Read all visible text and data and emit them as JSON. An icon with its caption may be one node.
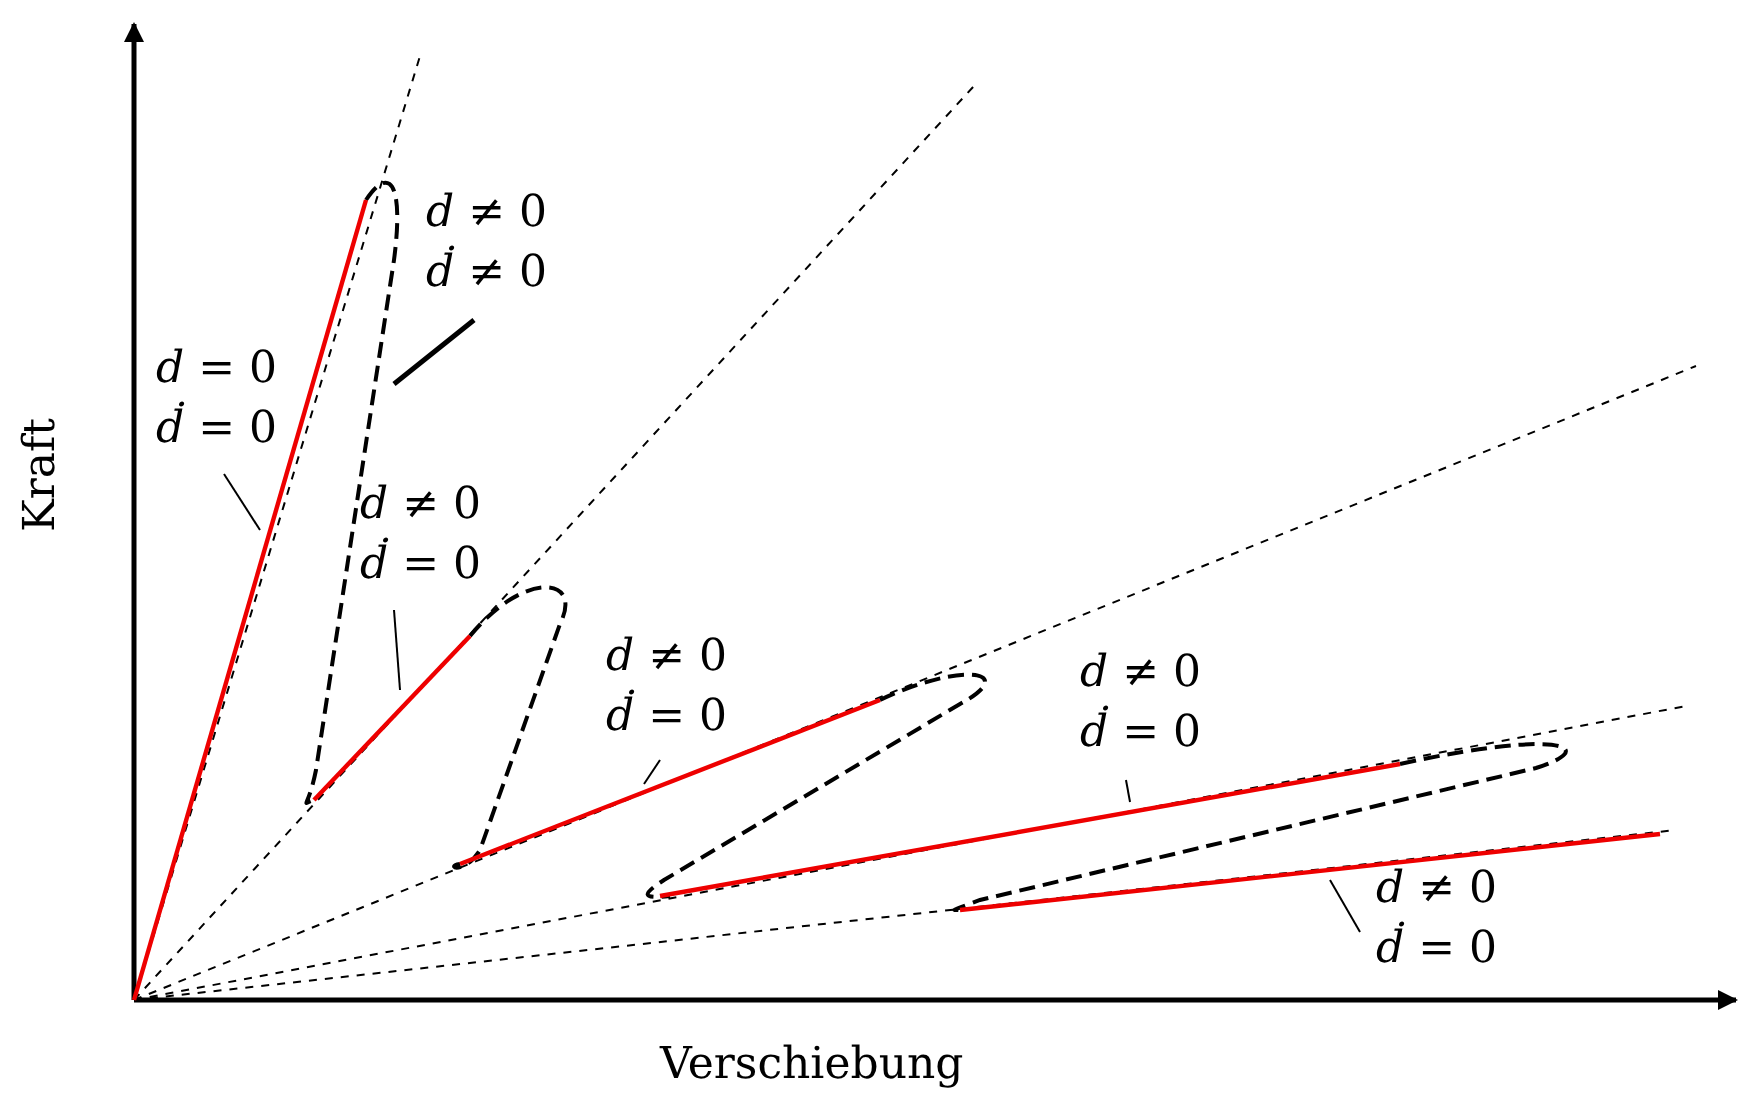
{
  "diagram": {
    "nodes": [
      {
        "text": [
          "*d* ≠ 0",
          "*ḋ* ≠ 0"
        ]
      },
      {
        "text": [
          "*d* = 0",
          "*ḋ* = 0"
        ]
      },
      {
        "text": [
          "*d* ≠ 0",
          "*ḋ* = 0"
        ]
      },
      {
        "text": [
          "*d* ≠ 0",
          "*ḋ* = 0"
        ]
      },
      {
        "text": [
          "*d* ≠ 0",
          "*ḋ* = 0"
        ]
      },
      {
        "text": [
          "*d* ≠ 0",
          "*ḋ* = 0"
        ]
      }
    ],
    "edges": [
      {
        "from": 0,
        "to": null,
        "arrow": "none",
        "style": "thick"
      },
      {
        "from": 1,
        "to": null,
        "arrow": "none"
      },
      {
        "from": 2,
        "to": null,
        "arrow": "none"
      },
      {
        "from": 3,
        "to": null,
        "arrow": "none"
      },
      {
        "from": 4,
        "to": null,
        "arrow": "none"
      },
      {
        "from": 5,
        "to": null,
        "arrow": "none"
      }
    ],
    "labels": [
      "Kraft",
      "Verschiebung"
    ]
  }
}
